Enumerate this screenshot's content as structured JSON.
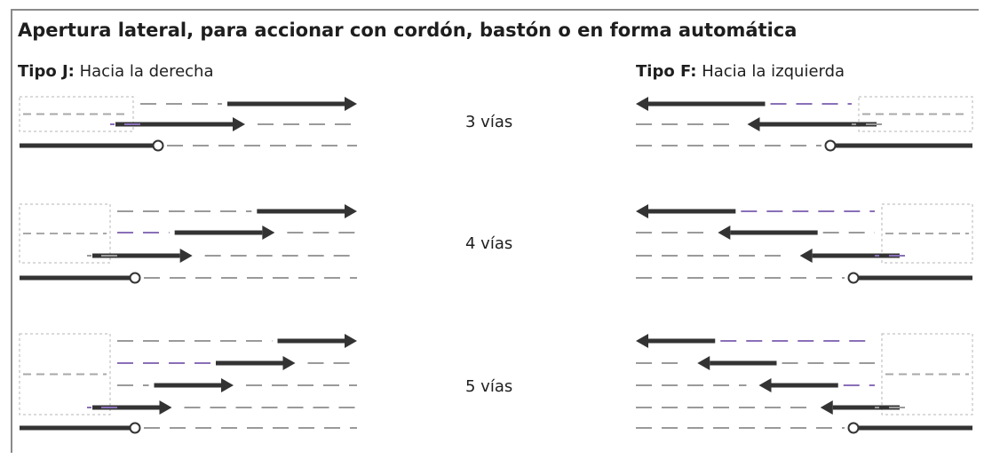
{
  "title": "Apertura lateral, para accionar con cordón, bastón o en forma automática",
  "type_j": {
    "code": "Tipo J:",
    "desc": "Hacia la derecha"
  },
  "type_f": {
    "code": "Tipo F:",
    "desc": "Hacia la izquierda"
  },
  "groups": [
    {
      "label": "3 vías",
      "ways": 3
    },
    {
      "label": "4 vías",
      "ways": 4
    },
    {
      "label": "5 vías",
      "ways": 5
    }
  ],
  "colors": {
    "arrow": "#333333",
    "dash": "#9a9a9a",
    "accent": "#8a6fb8",
    "frame": "#8a8a8a"
  }
}
